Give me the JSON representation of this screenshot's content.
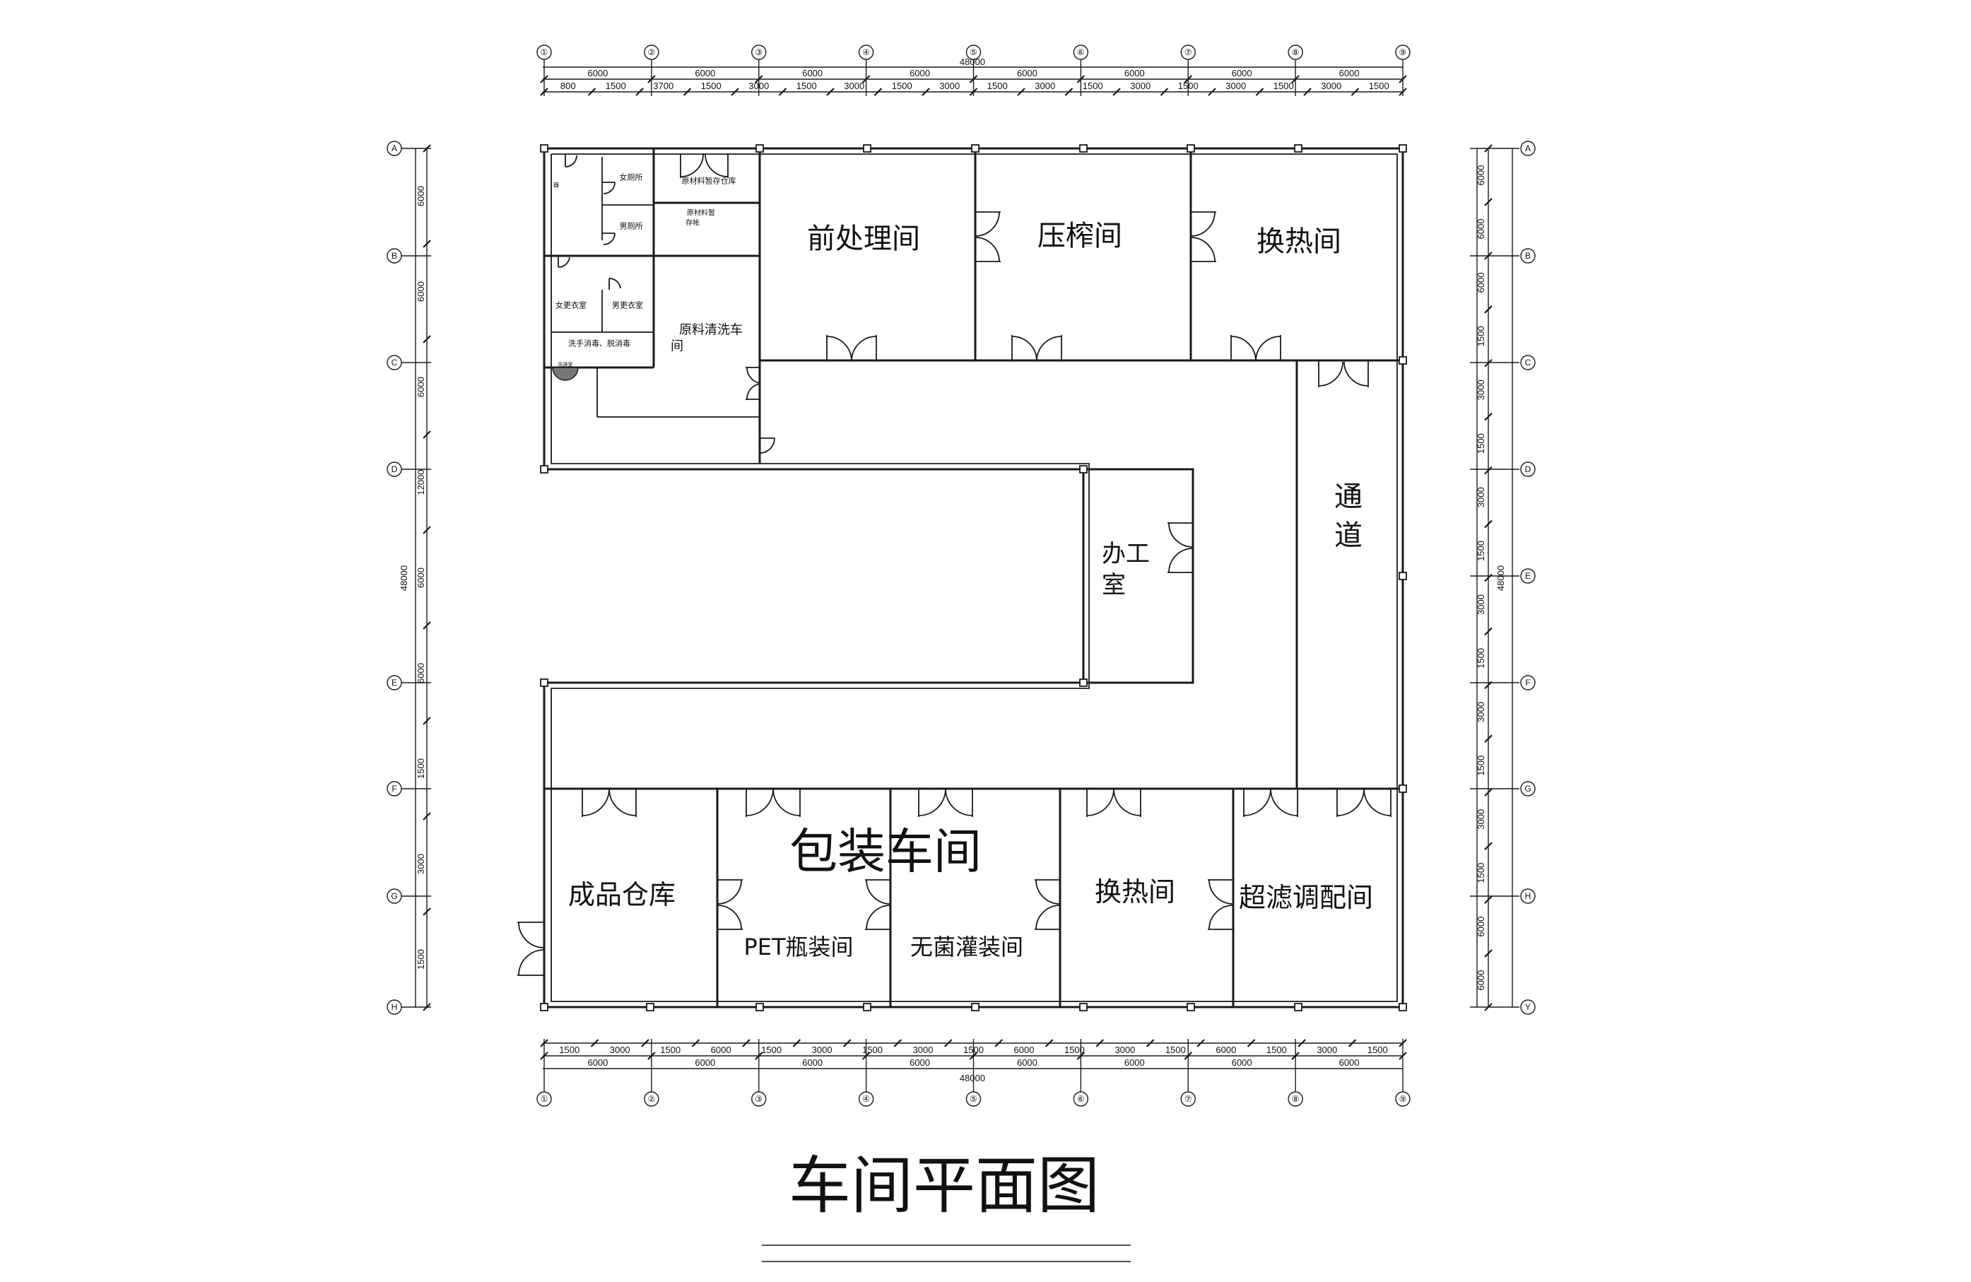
{
  "title": "车间平面图",
  "overall_dimension": "48000",
  "top_axes": [
    "①",
    "②",
    "③",
    "④",
    "⑤",
    "⑥",
    "⑦",
    "⑧",
    "⑨"
  ],
  "bottom_axes": [
    "①",
    "②",
    "③",
    "④",
    "⑤",
    "⑥",
    "⑦",
    "⑧",
    "⑨"
  ],
  "left_axes": [
    "A",
    "B",
    "C",
    "D",
    "E",
    "F",
    "G",
    "H"
  ],
  "right_axes": [
    "A",
    "B",
    "C",
    "D",
    "E",
    "F",
    "G",
    "H",
    "Y"
  ],
  "top_bays": [
    "6000",
    "6000",
    "6000",
    "6000",
    "6000",
    "6000",
    "6000",
    "6000"
  ],
  "top_segments": [
    "800",
    "1500",
    "3700",
    "1500",
    "3000",
    "1500",
    "3000",
    "1500",
    "3000",
    "1500",
    "3000",
    "1500",
    "3000",
    "1500",
    "3000",
    "1500",
    "3000",
    "1500"
  ],
  "bottom_segments": [
    "1500",
    "3000",
    "1500",
    "6000",
    "1500",
    "3000",
    "1500",
    "3000",
    "1500",
    "6000",
    "1500",
    "3000",
    "1500",
    "6000",
    "1500",
    "3000",
    "1500"
  ],
  "bottom_bays": [
    "6000",
    "6000",
    "6000",
    "6000",
    "6000",
    "6000",
    "6000",
    "6000"
  ],
  "left_segments": [
    "6000",
    "6000",
    "6000",
    "12000",
    "6000",
    "6000",
    "1500",
    "3000",
    "1500"
  ],
  "left_total": "48000",
  "right_segments": [
    "6000",
    "6000",
    "6000",
    "1500",
    "3000",
    "1500",
    "3000",
    "1500",
    "3000",
    "1500",
    "3000",
    "1500",
    "3000",
    "1500",
    "6000",
    "6000"
  ],
  "right_total": "48000",
  "rooms": {
    "pretreatment": "前处理间",
    "press": "压榨间",
    "heat_exchange_top": "换热间",
    "raw_wash_a": "原料清洗车",
    "raw_wash_b": "间",
    "raw_storage": "原材料暂存仓库",
    "raw_cache_a": "原材料暂",
    "raw_cache_b": "存帐",
    "womens_wc": "女厕所",
    "mens_wc": "男厕所",
    "womens_changing": "女更衣室",
    "mens_changing": "男更衣室",
    "disinfect": "洗手消毒、脱消毒",
    "airlock": "风淋室",
    "small_mark": "器",
    "passage_a": "通",
    "passage_b": "道",
    "office_a": "办工",
    "office_b": "室",
    "packaging": "包装车间",
    "finished_goods": "成品仓库",
    "pet_bottling": "PET瓶装间",
    "aseptic_filling": "无菌灌装间",
    "heat_exchange_bottom": "换热间",
    "ultrafiltration": "超滤调配间"
  }
}
